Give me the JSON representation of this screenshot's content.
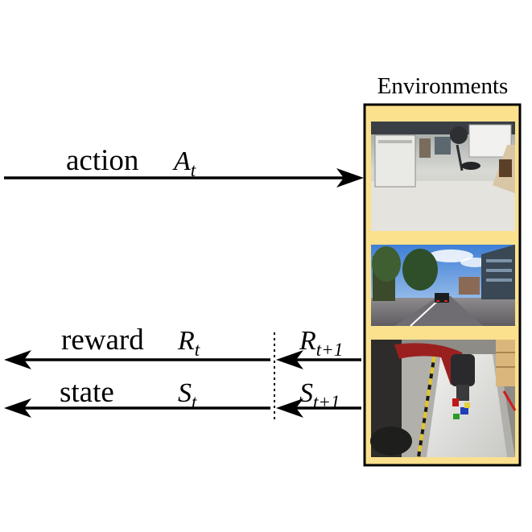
{
  "title": "Environments",
  "arrows": {
    "action": {
      "word": "action",
      "symbol": "A",
      "subscript": "t"
    },
    "reward": {
      "word": "reward",
      "symbol": "R",
      "subscript": "t"
    },
    "state": {
      "word": "state",
      "symbol": "S",
      "subscript": "t"
    },
    "reward_next": {
      "symbol": "R",
      "subscript": "t+1"
    },
    "state_next": {
      "symbol": "S",
      "subscript": "t+1"
    }
  },
  "environment_images": [
    {
      "name": "indoor-lab-photo"
    },
    {
      "name": "city-street-photo"
    },
    {
      "name": "robot-arm-table-photo"
    }
  ],
  "colors": {
    "panel_fill": "#fbe08e",
    "panel_border": "#000000",
    "arrow": "#000000"
  }
}
